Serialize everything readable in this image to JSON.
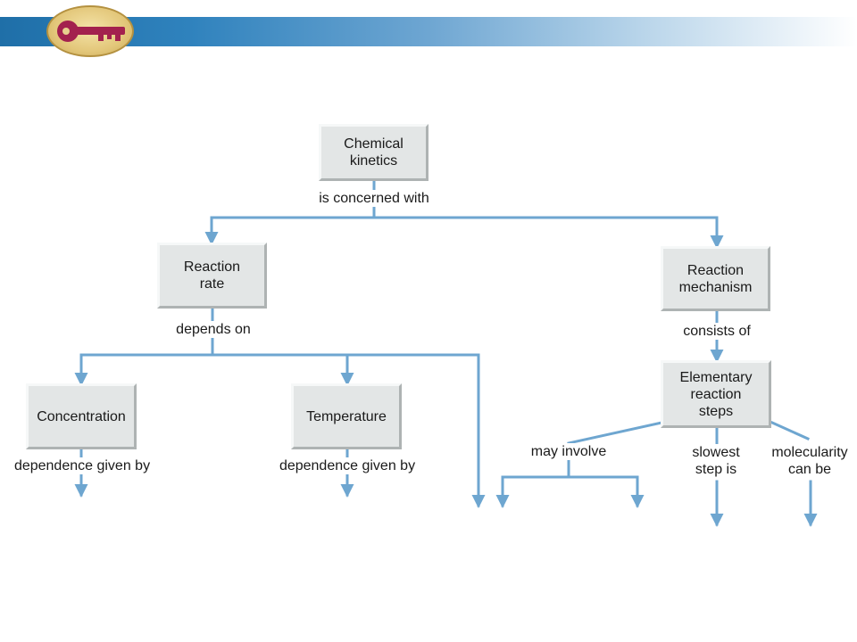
{
  "header": {
    "logo_icon": "key-icon",
    "accent_color": "#2f82bd"
  },
  "diagram": {
    "line_color": "#6ea6d0",
    "box_color": "#e3e6e6",
    "nodes": {
      "chemical_kinetics": "Chemical\nkinetics",
      "reaction_rate": "Reaction\nrate",
      "reaction_mechanism": "Reaction\nmechanism",
      "concentration": "Concentration",
      "temperature": "Temperature",
      "elementary_steps": "Elementary\nreaction\nsteps"
    },
    "links": {
      "is_concerned_with": "is concerned with",
      "depends_on": "depends on",
      "consists_of": "consists of",
      "conc_dependence": "dependence given by",
      "temp_dependence": "dependence given by",
      "may_involve": "may involve",
      "slowest_step": "slowest\nstep is",
      "molecularity": "molecularity\ncan be"
    }
  }
}
